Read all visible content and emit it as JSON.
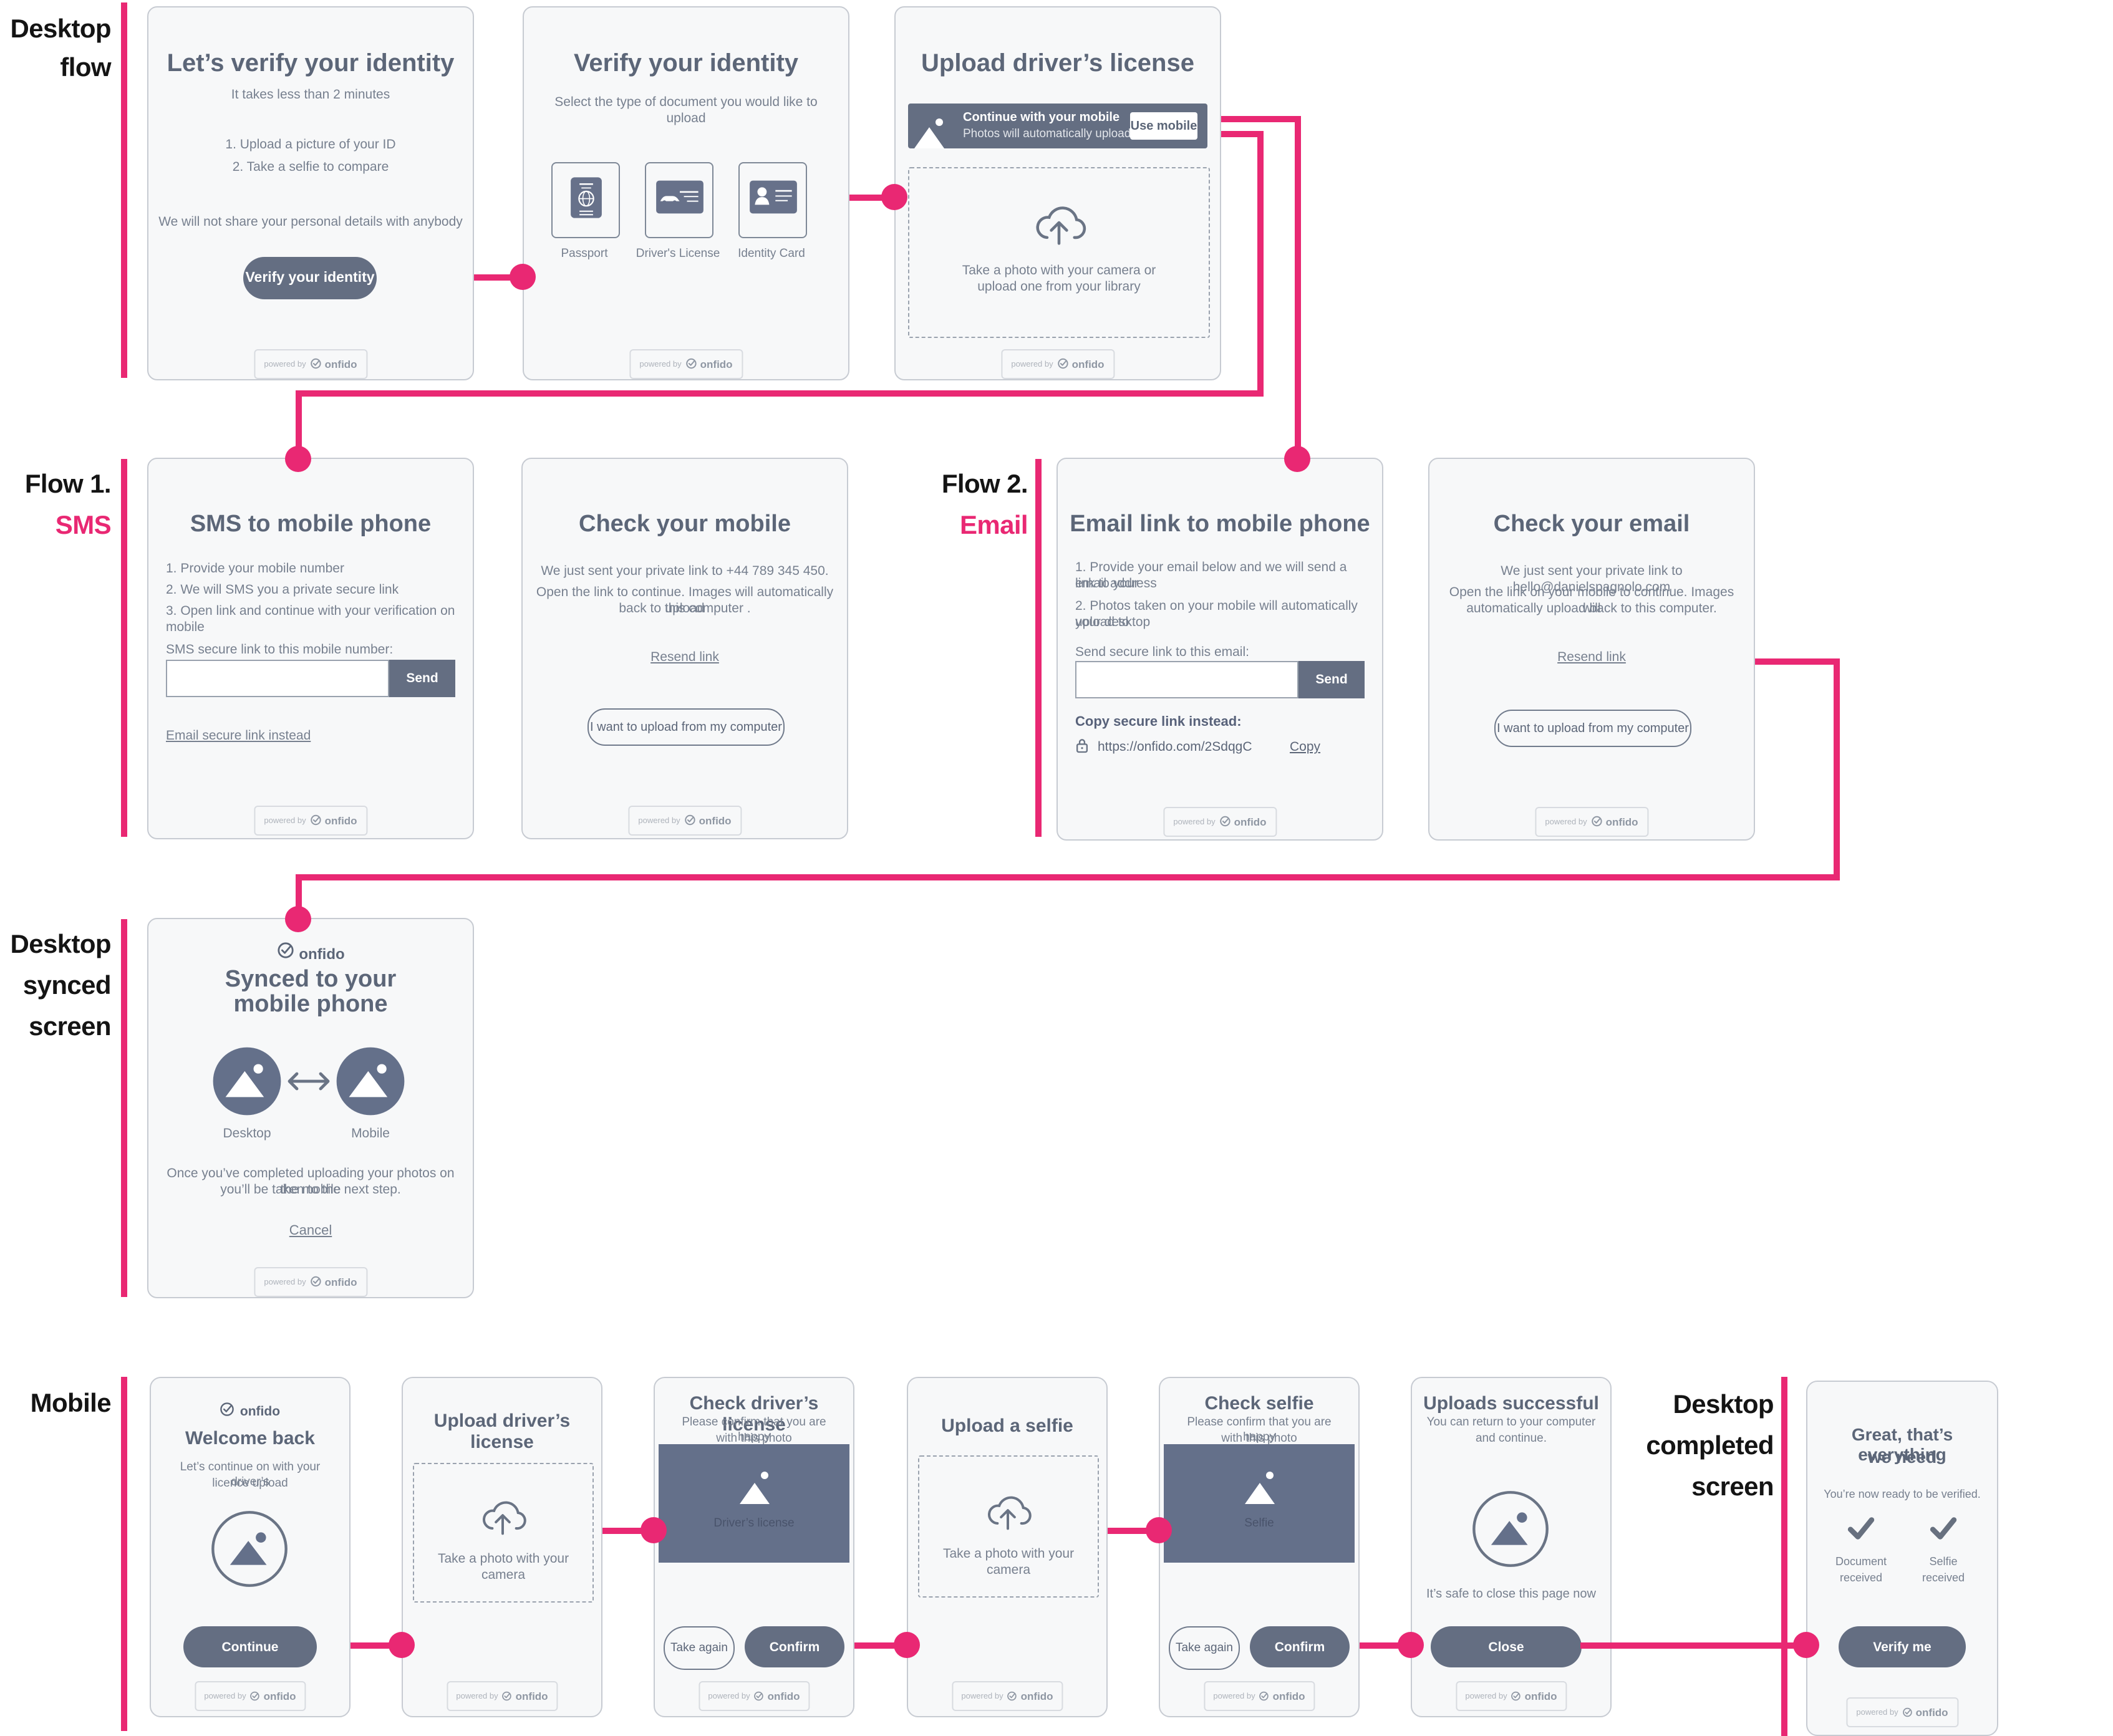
{
  "colors": {
    "accent_pink": "#E92873",
    "slate": "#646E82",
    "title_text": "#5C6678",
    "body_text": "#77808F",
    "card_bg": "#F7F8F9",
    "card_border": "#C7CBD2"
  },
  "badge": {
    "powered_by": "powered by",
    "brand": "onfido"
  },
  "labels": {
    "desktop_flow_1": "Desktop",
    "desktop_flow_2": "flow",
    "flow1_prefix": "Flow 1.",
    "flow1_accent": "SMS",
    "flow2_prefix": "Flow 2.",
    "flow2_accent": "Email",
    "synced_1": "Desktop",
    "synced_2": "synced",
    "synced_3": "screen",
    "mobile": "Mobile",
    "completed_1": "Desktop",
    "completed_2": "completed",
    "completed_3": "screen"
  },
  "screens": {
    "intro": {
      "title": "Let’s verify your identity",
      "subtitle": "It takes less than 2 minutes",
      "step1": "1. Upload a picture of your ID",
      "step2": "2. Take a selfie to compare",
      "note": "We will not share your personal details with anybody",
      "cta": "Verify your identity"
    },
    "select_doc": {
      "title": "Verify your identity",
      "subtitle": "Select the type of document you would like to upload",
      "docs": [
        {
          "label": "Passport"
        },
        {
          "label": "Driver's License"
        },
        {
          "label": "Identity Card"
        }
      ]
    },
    "upload_license": {
      "title": "Upload driver’s license",
      "banner_line1": "Continue with your mobile",
      "banner_line2": "Photos will automatically upload",
      "banner_cta": "Use mobile",
      "drop_line1": "Take a photo with your camera or",
      "drop_line2": "upload one from your library"
    },
    "sms": {
      "title": "SMS to mobile phone",
      "step1": "1. Provide your mobile number",
      "step2": "2. We will SMS you a private secure link",
      "step3": "3. Open link and continue with your verification on mobile",
      "input_label": "SMS secure link to this mobile number:",
      "send": "Send",
      "alt_link": "Email secure link instead"
    },
    "check_mobile": {
      "title": "Check your mobile",
      "line1": "We just sent your private link to +44 789 345 450.",
      "line2": "Open the link to continue. Images will automatically upload",
      "line3": "back to this computer .",
      "resend": "Resend link",
      "cta": "I want to upload from my computer"
    },
    "email": {
      "title": "Email link to mobile phone",
      "step1a": "1. Provide your email below and we will send a link to your",
      "step1b": "email address",
      "step2a": "2. Photos taken on your mobile will automatically upload to",
      "step2b": "your desktop",
      "input_label": "Send secure link to this email:",
      "send": "Send",
      "copy_label": "Copy secure link instead:",
      "url": "https://onfido.com/2SdqgC",
      "copy": "Copy"
    },
    "check_email": {
      "title": "Check your email",
      "line1": "We just sent your private link to hello@danielspagnolo.com",
      "line2": "Open the link on your mobile to continue. Images will",
      "line3": "automatically upload back to this computer.",
      "resend": "Resend link",
      "cta": "I want to upload from my computer"
    },
    "synced": {
      "title_1": "Synced to your",
      "title_2": "mobile phone",
      "device1": "Desktop",
      "device2": "Mobile",
      "note1": "Once you’ve completed uploading your photos on the mobile",
      "note2": "you’ll be taken to the next step.",
      "cancel": "Cancel"
    },
    "m_welcome": {
      "title": "Welcome back",
      "sub1": "Let’s continue on with your driver’s",
      "sub2": "licence upload",
      "cta": "Continue"
    },
    "m_upload_license": {
      "title_1": "Upload driver’s",
      "title_2": "license",
      "drop": "Take a photo with your camera"
    },
    "m_check_license": {
      "title": "Check driver’s license",
      "sub1": "Please confirm that you are happy",
      "sub2": "with this photo",
      "photo_label": "Driver’s license",
      "again": "Take again",
      "confirm": "Confirm"
    },
    "m_upload_selfie": {
      "title": "Upload a selfie",
      "drop": "Take a photo with your camera"
    },
    "m_check_selfie": {
      "title": "Check selfie",
      "sub1": "Please confirm that you are happy",
      "sub2": "with this photo",
      "photo_label": "Selfie",
      "again": "Take again",
      "confirm": "Confirm"
    },
    "m_success": {
      "title": "Uploads successful",
      "sub1": "You can return to your computer",
      "sub2": "and continue.",
      "note": "It’s safe to close this page now",
      "cta": "Close"
    },
    "completed": {
      "title_1": "Great, that’s everything",
      "title_2": "we need",
      "subtitle": "You’re now ready to be verified.",
      "check1_1": "Document",
      "check1_2": "received",
      "check2_1": "Selfie",
      "check2_2": "received",
      "cta": "Verify me"
    }
  }
}
